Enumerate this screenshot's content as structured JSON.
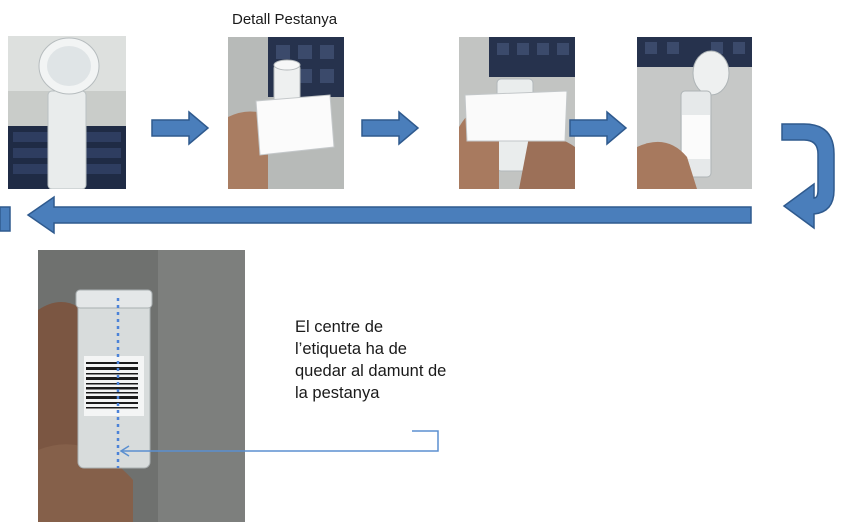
{
  "caption": "Detall Pestanya",
  "note": {
    "lines": [
      "El centre de",
      "l’etiqueta ha de",
      "quedar al damunt de",
      "la pestanya"
    ]
  },
  "colors": {
    "arrow_fill": "#4a7ebb",
    "arrow_stroke": "#2f5a8e",
    "connector": "#5b8fd0"
  },
  "icons": [
    "arrow-right-icon",
    "u-turn-arrow-icon",
    "arrow-left-icon"
  ]
}
